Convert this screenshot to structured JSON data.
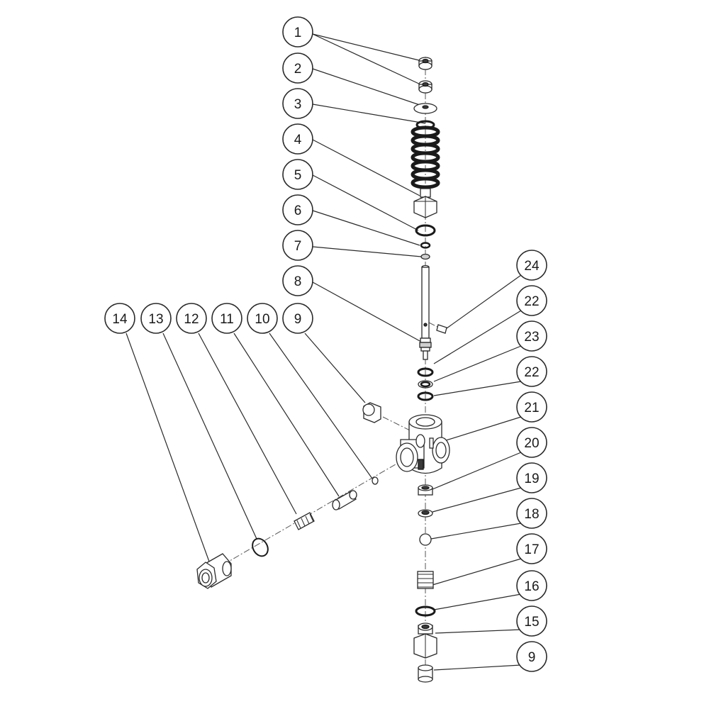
{
  "callouts": [
    {
      "id": "c1",
      "label": "1"
    },
    {
      "id": "c2",
      "label": "2"
    },
    {
      "id": "c3",
      "label": "3"
    },
    {
      "id": "c4",
      "label": "4"
    },
    {
      "id": "c5",
      "label": "5"
    },
    {
      "id": "c6",
      "label": "6"
    },
    {
      "id": "c7",
      "label": "7"
    },
    {
      "id": "c8",
      "label": "8"
    },
    {
      "id": "c9a",
      "label": "9"
    },
    {
      "id": "c10",
      "label": "10"
    },
    {
      "id": "c11",
      "label": "11"
    },
    {
      "id": "c12",
      "label": "12"
    },
    {
      "id": "c13",
      "label": "13"
    },
    {
      "id": "c14",
      "label": "14"
    },
    {
      "id": "c24",
      "label": "24"
    },
    {
      "id": "c22a",
      "label": "22"
    },
    {
      "id": "c23",
      "label": "23"
    },
    {
      "id": "c22b",
      "label": "22"
    },
    {
      "id": "c21",
      "label": "21"
    },
    {
      "id": "c20",
      "label": "20"
    },
    {
      "id": "c19",
      "label": "19"
    },
    {
      "id": "c18",
      "label": "18"
    },
    {
      "id": "c17",
      "label": "17"
    },
    {
      "id": "c16",
      "label": "16"
    },
    {
      "id": "c15",
      "label": "15"
    },
    {
      "id": "c9b",
      "label": "9"
    }
  ]
}
